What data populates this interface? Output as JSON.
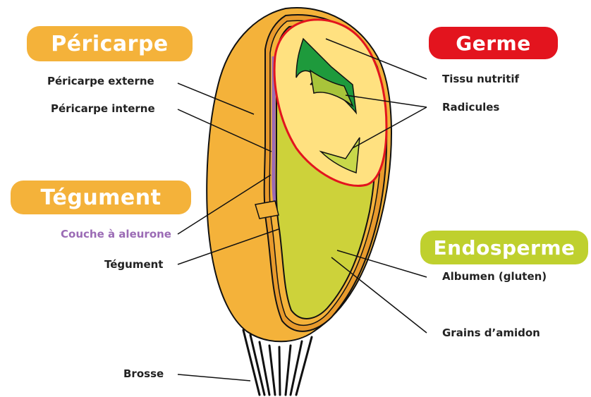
{
  "headers": {
    "pericarpe": "Péricarpe",
    "tegument": "Tégument",
    "germe": "Germe",
    "endosperme": "Endosperme"
  },
  "labels": {
    "pericarpe_externe": "Péricarpe externe",
    "pericarpe_interne": "Péricarpe interne",
    "couche_aleurone": "Couche à aleurone",
    "tegument": "Tégument",
    "brosse": "Brosse",
    "tissu_nutritif": "Tissu nutritif",
    "radicules": "Radicules",
    "albumen": "Albumen (gluten)",
    "grains_amidon": "Grains d’amidon"
  },
  "colors": {
    "orange": "#f4b23a",
    "red": "#e3141e",
    "lime": "#bfd02e",
    "purple": "#9b6bb5",
    "endosperm": "#d4d63c",
    "germ_fill": "#ffe180",
    "green_dark": "#1e9a3c",
    "green_light": "#c8d84a"
  }
}
